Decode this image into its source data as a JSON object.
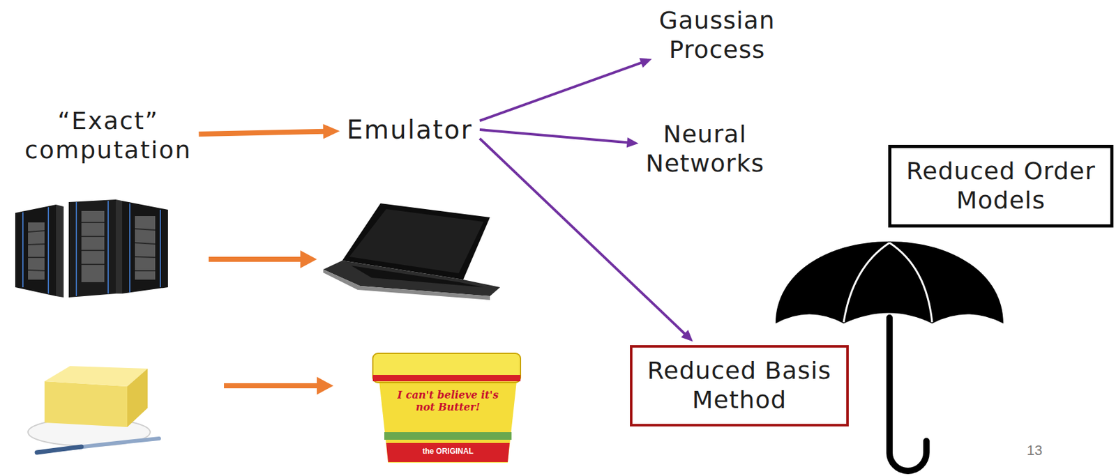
{
  "diagram": {
    "nodes": [
      {
        "text": [
          "“Exact” computation"
        ]
      },
      {
        "text": [
          "Emulator"
        ]
      },
      {
        "text": [
          "Gaussian Process"
        ]
      },
      {
        "text": [
          "Neural Networks"
        ]
      },
      {
        "text": [
          "Reduced Order Models"
        ]
      },
      {
        "text": [
          "Reduced Basis Method"
        ]
      }
    ],
    "edges": [
      {
        "from": 0,
        "to": 1,
        "arrow": "to"
      },
      {
        "from": 1,
        "to": 2,
        "arrow": "to"
      },
      {
        "from": 1,
        "to": 3,
        "arrow": "to"
      },
      {
        "from": 1,
        "to": 5,
        "arrow": "to"
      }
    ],
    "labels": [
      "13",
      "I can't believe it's not Butter!",
      "the ORIGINAL"
    ]
  }
}
